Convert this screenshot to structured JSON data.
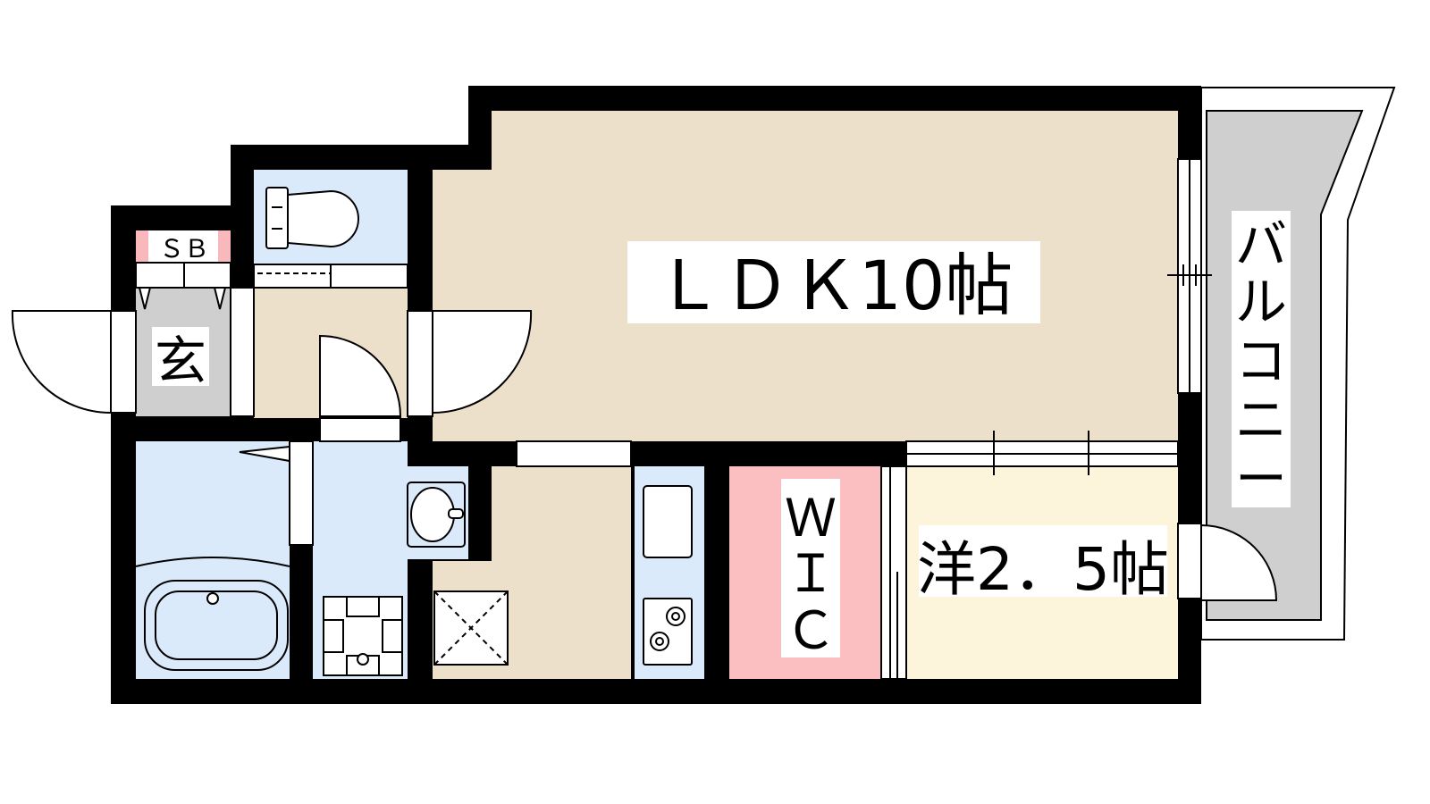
{
  "rooms": {
    "ldk": "ＬＤＫ10帖",
    "western": "洋2．5帖",
    "wic": [
      "Ｗ",
      "Ｉ",
      "Ｃ"
    ],
    "entrance": "玄",
    "shoe_box": "ＳＢ",
    "balcony": [
      "バ",
      "ル",
      "コ",
      "ニ",
      "ー"
    ]
  },
  "colors": {
    "ldk_floor": "#ede0ca",
    "western_floor": "#fdf4dc",
    "wic_floor": "#fbbfc1",
    "wet_area": "#dbeafb",
    "entrance_floor": "#cfcfcf",
    "balcony_floor": "#cfcfcf",
    "shoe_box": "#f8b8bc",
    "wall": "#000000"
  }
}
